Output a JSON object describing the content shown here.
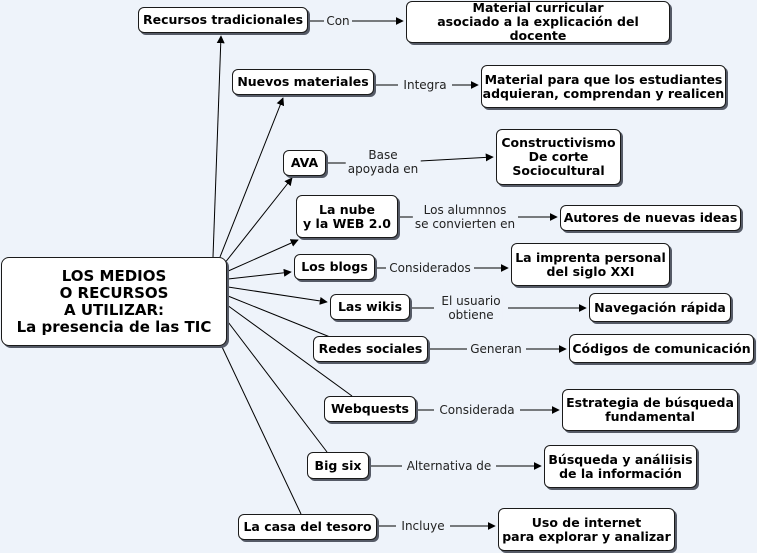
{
  "root": {
    "label": "LOS MEDIOS\nO RECURSOS\nA UTILIZAR:\nLa presencia de las TIC"
  },
  "branches": [
    {
      "label": "Recursos tradicionales",
      "link": "Con",
      "target": "Material curricular\nasociado a la explicación del docente"
    },
    {
      "label": "Nuevos materiales",
      "link": "Integra",
      "target": "Material para que los estudiantes\nadquieran, comprendan y realicen"
    },
    {
      "label": "AVA",
      "link": "Base\napoyada en",
      "target": "Constructivismo\nDe corte\nSociocultural"
    },
    {
      "label": "La nube\ny la WEB 2.0",
      "link": "Los alumnnos\nse convierten en",
      "target": "Autores de nuevas ideas"
    },
    {
      "label": "Los blogs",
      "link": "Considerados",
      "target": "La imprenta personal\ndel siglo XXI"
    },
    {
      "label": "Las wikis",
      "link": "El usuario\nobtiene",
      "target": "Navegación rápida"
    },
    {
      "label": "Redes sociales",
      "link": "Generan",
      "target": "Códigos de comunicación"
    },
    {
      "label": "Webquests",
      "link": "Considerada",
      "target": "Estrategia de búsqueda\nfundamental"
    },
    {
      "label": "Big six",
      "link": "Alternativa de",
      "target": "Búsqueda y análiisis\nde la información"
    },
    {
      "label": "La casa del tesoro",
      "link": "Incluye",
      "target": "Uso de internet\npara explorar y analizar"
    }
  ],
  "colors": {
    "background": "#eef3fa",
    "node_fill": "#ffffff",
    "line": "#000000"
  }
}
